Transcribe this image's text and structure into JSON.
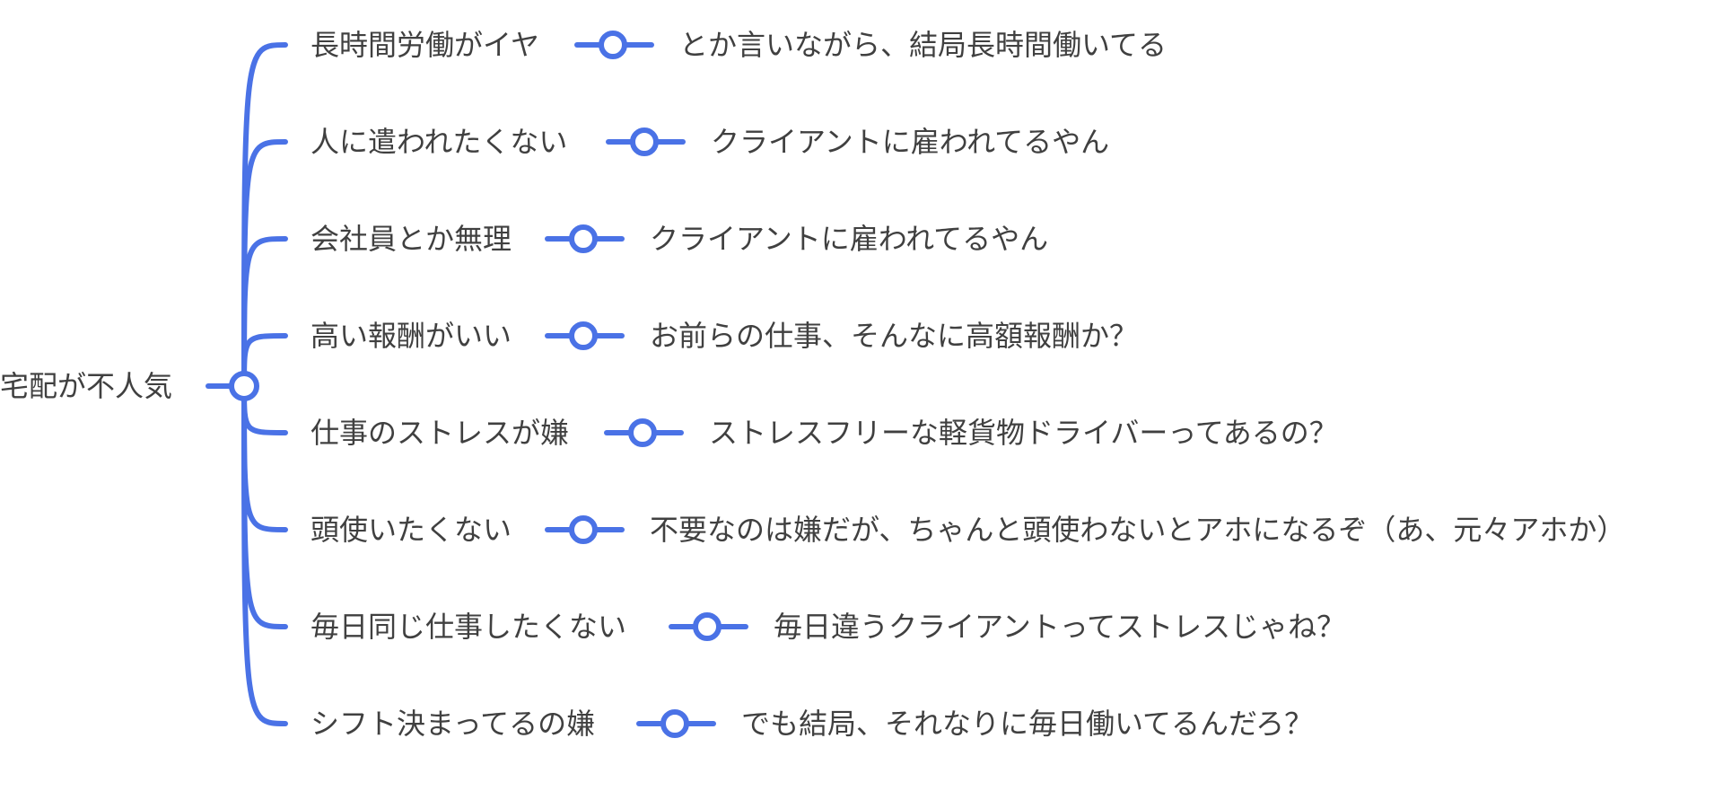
{
  "colors": {
    "line": "#4a72e6",
    "text": "#404040",
    "background": "#ffffff"
  },
  "root": {
    "label": "宅配が不人気"
  },
  "branches": [
    {
      "label": "長時間労働がイヤ",
      "response": "とか言いながら、結局長時間働いてる"
    },
    {
      "label": "人に遣われたくない",
      "response": "クライアントに雇われてるやん"
    },
    {
      "label": "会社員とか無理",
      "response": "クライアントに雇われてるやん"
    },
    {
      "label": "高い報酬がいい",
      "response": "お前らの仕事、そんなに高額報酬か？"
    },
    {
      "label": "仕事のストレスが嫌",
      "response": "ストレスフリーな軽貨物ドライバーってあるの？"
    },
    {
      "label": "頭使いたくない",
      "response": "不要なのは嫌だが、ちゃんと頭使わないとアホになるぞ（あ、元々アホか）"
    },
    {
      "label": "毎日同じ仕事したくない",
      "response": "毎日違うクライアントってストレスじゃね？"
    },
    {
      "label": "シフト決まってるの嫌",
      "response": "でも結局、それなりに毎日働いてるんだろ？"
    }
  ]
}
